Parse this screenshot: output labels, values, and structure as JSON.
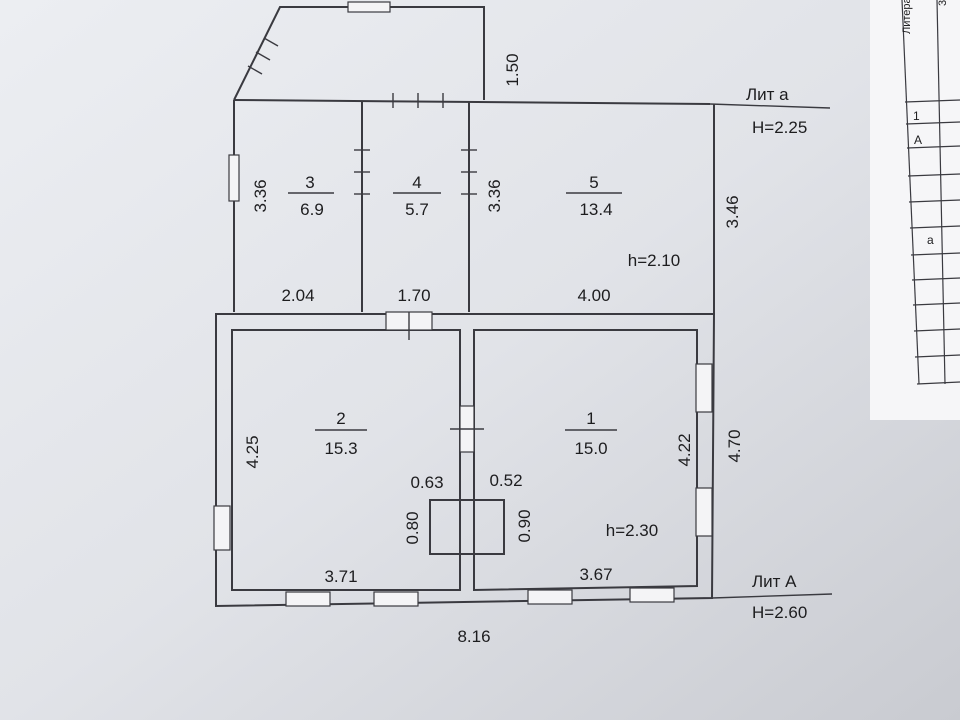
{
  "rooms": [
    {
      "num": "1",
      "area": "15.0"
    },
    {
      "num": "2",
      "area": "15.3"
    },
    {
      "num": "3",
      "area": "6.9"
    },
    {
      "num": "4",
      "area": "5.7"
    },
    {
      "num": "5",
      "area": "13.4"
    }
  ],
  "dims": {
    "porch_height": "1.50",
    "room3_left": "3.36",
    "partition_34": "3.36",
    "right_5": "3.46",
    "width_3": "2.04",
    "width_4": "1.70",
    "width_5": "4.00",
    "room2_left": "4.25",
    "room1_right": "4.22",
    "outer_right": "4.70",
    "room2_bottom": "3.71",
    "room1_bottom": "3.67",
    "stove_w_left": "0.63",
    "stove_w_right": "0.52",
    "stove_h_left": "0.80",
    "stove_h_right": "0.90",
    "total_width": "8.16"
  },
  "heights": {
    "rooms_upper": "h=2.10",
    "rooms_lower": "h=2.30"
  },
  "labels": {
    "lit_small": "Лит а",
    "lit_small_h": "H=2.25",
    "lit_big": "Лит А",
    "lit_big_h": "H=2.60"
  },
  "side_table": {
    "header_fragment": "Литера",
    "corner_fragment": "3",
    "rows": [
      "1",
      "A",
      "a"
    ]
  }
}
